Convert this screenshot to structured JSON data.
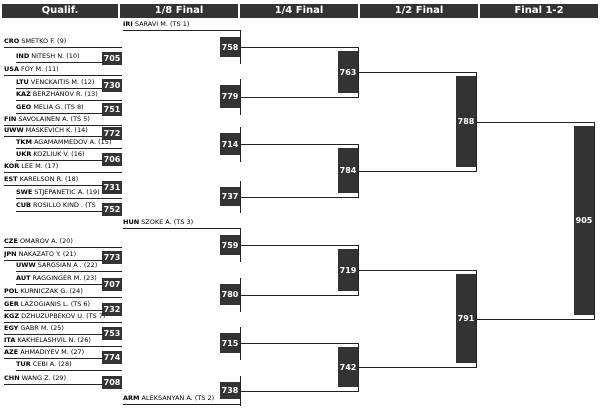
{
  "headers": [
    "Qualif.",
    "1/8 Final",
    "1/4 Final",
    "1/2 Final",
    "Final 1-2"
  ],
  "entries": [
    {
      "country": "IRI",
      "name": "SARAVI M. (TS 1)"
    },
    {
      "country": "CRO",
      "name": "SMETKO F. (9)"
    },
    {
      "country": "IND",
      "name": "NITESH N. (10)"
    },
    {
      "country": "USA",
      "name": "FOY M. (11)"
    },
    {
      "country": "LTU",
      "name": "VENCKAITIS M. (12)"
    },
    {
      "country": "KAZ",
      "name": "BERZHANOV R. (13)"
    },
    {
      "country": "GEO",
      "name": "MELIA G. (TS 8)"
    },
    {
      "country": "FIN",
      "name": "SAVOLAINEN A. (TS 5)"
    },
    {
      "country": "UWW",
      "name": "MASKEVICH K. (14)"
    },
    {
      "country": "TKM",
      "name": "AGAMAMMEDOV A. (15)"
    },
    {
      "country": "UKR",
      "name": "KOZLIUK V. (16)"
    },
    {
      "country": "KOR",
      "name": "LEE M. (17)"
    },
    {
      "country": "EST",
      "name": "KARELSON R. (18)"
    },
    {
      "country": "SWE",
      "name": "STJEPANETIC A. (19)"
    },
    {
      "country": "CUB",
      "name": "ROSILLO KIND . (TS"
    },
    {
      "country": "HUN",
      "name": "SZOKE A. (TS 3)"
    },
    {
      "country": "CZE",
      "name": "OMAROV A. (20)"
    },
    {
      "country": "JPN",
      "name": "NAKAZATO Y. (21)"
    },
    {
      "country": "UWW",
      "name": "SARGSIAN A . (22)"
    },
    {
      "country": "AUT",
      "name": "RAGGINGER M. (23)"
    },
    {
      "country": "POL",
      "name": "KURNICZAK G. (24)"
    },
    {
      "country": "GER",
      "name": "LAZOGIANIS L. (TS 6)"
    },
    {
      "country": "KGZ",
      "name": "DZHUZUPBEKOV U. (TS 7)"
    },
    {
      "country": "EGY",
      "name": "GABR M. (25)"
    },
    {
      "country": "ITA",
      "name": "KAKHELASHVIL N. (26)"
    },
    {
      "country": "AZE",
      "name": "AHMADIYEV M. (27)"
    },
    {
      "country": "TUR",
      "name": "CEBI A. (28)"
    },
    {
      "country": "CHN",
      "name": "WANG Z. (29)"
    },
    {
      "country": "ARM",
      "name": "ALEKSANYAN A. (TS 2)"
    }
  ],
  "qualif_bouts": [
    "705",
    "730",
    "751",
    "772",
    "706",
    "731",
    "752",
    "773",
    "707",
    "732",
    "753",
    "774",
    "708"
  ],
  "r16_bouts": [
    "758",
    "779",
    "714",
    "737",
    "759",
    "780",
    "715",
    "738"
  ],
  "qf_bouts": [
    "763",
    "784",
    "719",
    "742"
  ],
  "sf_bouts": [
    "788",
    "791"
  ],
  "final_bout": "905"
}
